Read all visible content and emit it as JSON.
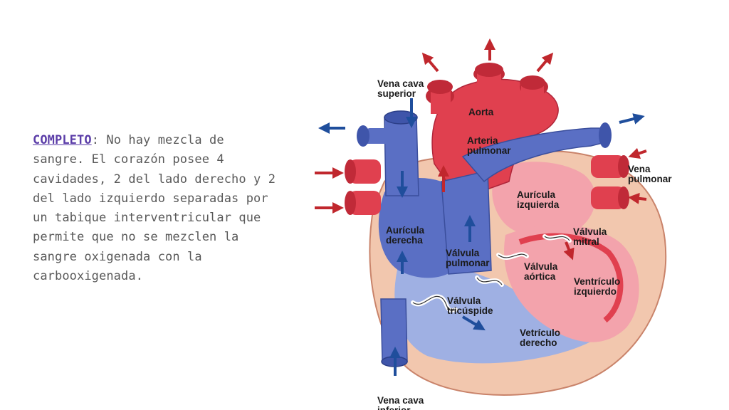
{
  "slide": {
    "term": "COMPLETO",
    "colon": ":",
    "description": " No hay mezcla de sangre. El corazón posee 4 cavidades, 2 del lado derecho y 2 del lado izquierdo separadas por un tabique interventricular que permite que no se mezclen la sangre oxigenada con la carbooxigenada."
  },
  "diagram": {
    "labels": {
      "vena_cava_superior_1": "Vena cava",
      "vena_cava_superior_2": "superior",
      "aorta": "Aorta",
      "arteria_pulmonar_1": "Arteria",
      "arteria_pulmonar_2": "pulmonar",
      "vena_pulmonar_1": "Vena",
      "vena_pulmonar_2": "pulmonar",
      "auricula_izquierda_1": "Aurícula",
      "auricula_izquierda_2": "izquierda",
      "auricula_derecha_1": "Aurícula",
      "auricula_derecha_2": "derecha",
      "valvula_mitral_1": "Válvula",
      "valvula_mitral_2": "mitral",
      "valvula_pulmonar_1": "Válvula",
      "valvula_pulmonar_2": "pulmonar",
      "valvula_aortica_1": "Válvula",
      "valvula_aortica_2": "aórtica",
      "ventriculo_izquierdo_1": "Ventrículo",
      "ventriculo_izquierdo_2": "izquierdo",
      "valvula_tricuspide_1": "Válvula",
      "valvula_tricuspide_2": "tricúspide",
      "ventriculo_derecho_1": "Vetrículo",
      "ventriculo_derecho_2": "derecho",
      "vena_cava_inferior_1": "Vena cava",
      "vena_cava_inferior_2": "inferior"
    },
    "colors": {
      "oxygenated": "#e0404f",
      "oxygenated_light": "#f3a3ac",
      "deoxygenated": "#5a6fc4",
      "deoxygenated_light": "#9fb0e3",
      "wall": "#f2c7ae",
      "arrow_red": "#c0272d",
      "arrow_blue": "#1f4e9c"
    }
  }
}
